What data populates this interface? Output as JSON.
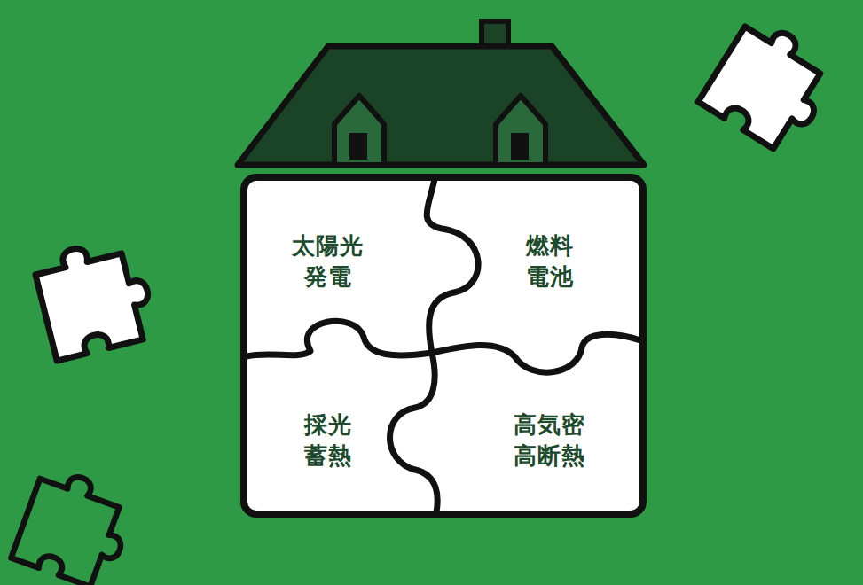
{
  "diagram": {
    "nodes": [
      {
        "text": [
          "太陽光 発電"
        ]
      },
      {
        "text": [
          "燃料 電池"
        ]
      },
      {
        "text": [
          "採光 蓄熱"
        ]
      },
      {
        "text": [
          "高気密 高断熱"
        ]
      }
    ]
  }
}
